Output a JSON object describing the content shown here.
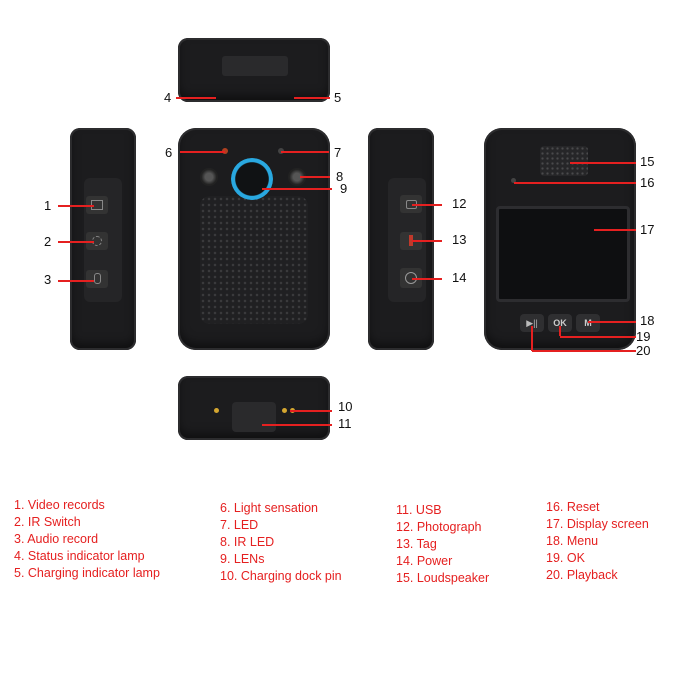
{
  "callout_numbers": [
    "1",
    "2",
    "3",
    "4",
    "5",
    "6",
    "7",
    "8",
    "9",
    "10",
    "11",
    "12",
    "13",
    "14",
    "15",
    "16",
    "17",
    "18",
    "19",
    "20"
  ],
  "legend": {
    "col1": [
      "1. Video records",
      "2. IR Switch",
      "3. Audio record",
      "4. Status indicator lamp",
      "5. Charging indicator lamp"
    ],
    "col2": [
      "6. Light sensation",
      "7. LED",
      "8. IR LED",
      "9. LENs",
      "10. Charging dock pin"
    ],
    "col3": [
      "11. USB",
      "12. Photograph",
      "13. Tag",
      "14. Power",
      "15. Loudspeaker"
    ],
    "col4": [
      "16. Reset",
      "17.  Display screen",
      "18. Menu",
      "19. OK",
      "20. Playback"
    ]
  },
  "buttons": {
    "ok": "OK",
    "menu": "M",
    "play": "▶||"
  },
  "colors": {
    "callout": "#e52020",
    "body": "#1c1c1e",
    "lens_ring": "#29a8e0"
  },
  "icons": [
    "video-icon",
    "ir-switch-icon",
    "microphone-icon",
    "camera-icon",
    "tag-icon",
    "power-icon"
  ]
}
